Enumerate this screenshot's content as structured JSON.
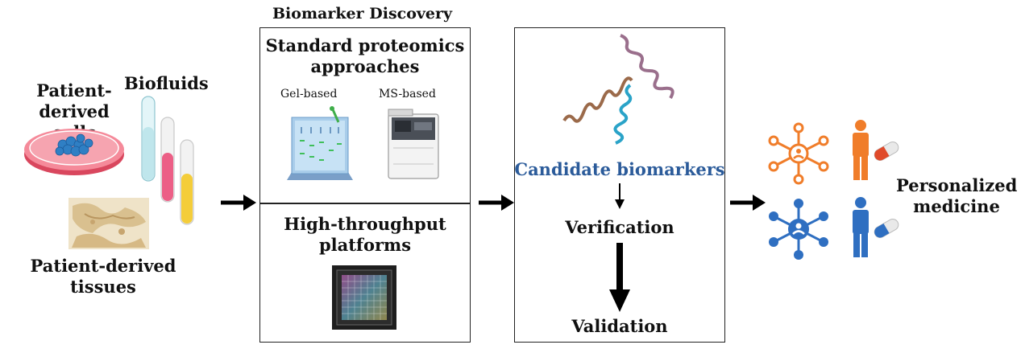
{
  "inputs": {
    "cells_label": "Patient-\nderived cells",
    "biofluids_label": "Biofluids",
    "tissues_label": "Patient-derived\ntissues"
  },
  "discovery": {
    "title": "Biomarker Discovery",
    "standard_title": "Standard proteomics\napproaches",
    "gel_label": "Gel-based",
    "ms_label": "MS-based",
    "htp_title": "High-throughput\nplatforms"
  },
  "candidates": {
    "label": "Candidate biomarkers",
    "verification": "Verification",
    "validation": "Validation"
  },
  "output": {
    "label": "Personalized\nmedicine"
  },
  "colors": {
    "candidate_text": "#2b5b9a",
    "orange_icon": "#f07d2a",
    "blue_icon": "#2f6fc1",
    "tube_pink": "#ec5f86",
    "tube_yellow": "#f4cd3a",
    "tube_blue": "#bfe6ec",
    "dish": "#f06b7f",
    "helix_brown": "#9b6a4a",
    "helix_purple": "#9a6f8c",
    "helix_cyan": "#2aa3c8"
  }
}
